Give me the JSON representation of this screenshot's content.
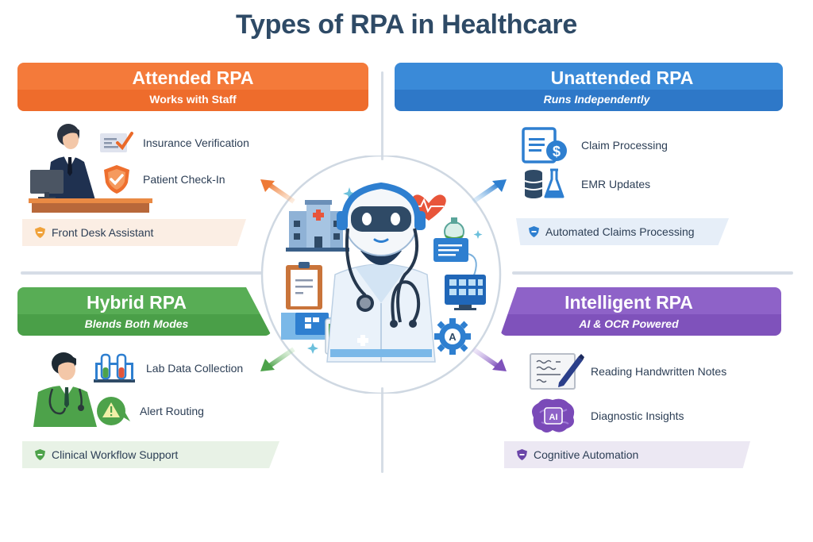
{
  "title": "Types of RPA in Healthcare",
  "colors": {
    "title": "#2e4a66",
    "attended": "#f47a3a",
    "unattended": "#3a8ad8",
    "hybrid": "#58ad55",
    "intelligent": "#8e62c8",
    "divider": "#d6dde6"
  },
  "center": {
    "icons": [
      "robot-doctor-icon",
      "hospital-icon",
      "heart-pulse-icon",
      "flask-icon",
      "chat-document-icon",
      "monitor-icon",
      "clipboard-icon",
      "green-clipboard-icon",
      "folder-icon",
      "gear-a-icon",
      "dna-icon",
      "sparkle-icon"
    ]
  },
  "quadrants": [
    {
      "id": "attended",
      "title": "Attended RPA",
      "subtitle": "Works with Staff",
      "illustration": "front-desk-staff-icon",
      "items": [
        {
          "label": "Insurance Verification",
          "icon": "document-check-icon"
        },
        {
          "label": "Patient Check-In",
          "icon": "shield-check-icon"
        }
      ],
      "tag": {
        "label": "Front Desk Assistant",
        "icon": "shield-icon"
      }
    },
    {
      "id": "unattended",
      "title": "Unattended RPA",
      "subtitle": "Runs Independently",
      "items": [
        {
          "label": "Claim Processing",
          "icon": "invoice-dollar-icon"
        },
        {
          "label": "EMR Updates",
          "icon": "database-flask-icon"
        }
      ],
      "tag": {
        "label": "Automated Claims Processing",
        "icon": "shield-icon"
      }
    },
    {
      "id": "hybrid",
      "title": "Hybrid RPA",
      "subtitle": "Blends Both Modes",
      "illustration": "doctor-icon",
      "items": [
        {
          "label": "Lab Data Collection",
          "icon": "test-tubes-icon"
        },
        {
          "label": "Alert Routing",
          "icon": "warning-bubble-icon"
        }
      ],
      "tag": {
        "label": "Clinical Workflow Support",
        "icon": "shield-icon"
      }
    },
    {
      "id": "intelligent",
      "title": "Intelligent RPA",
      "subtitle": "AI & OCR Powered",
      "items": [
        {
          "label": "Reading Handwritten Notes",
          "icon": "notepad-pen-icon"
        },
        {
          "label": "Diagnostic Insights",
          "icon": "ai-brain-icon"
        }
      ],
      "tag": {
        "label": "Cognitive Automation",
        "icon": "shield-icon"
      }
    }
  ]
}
